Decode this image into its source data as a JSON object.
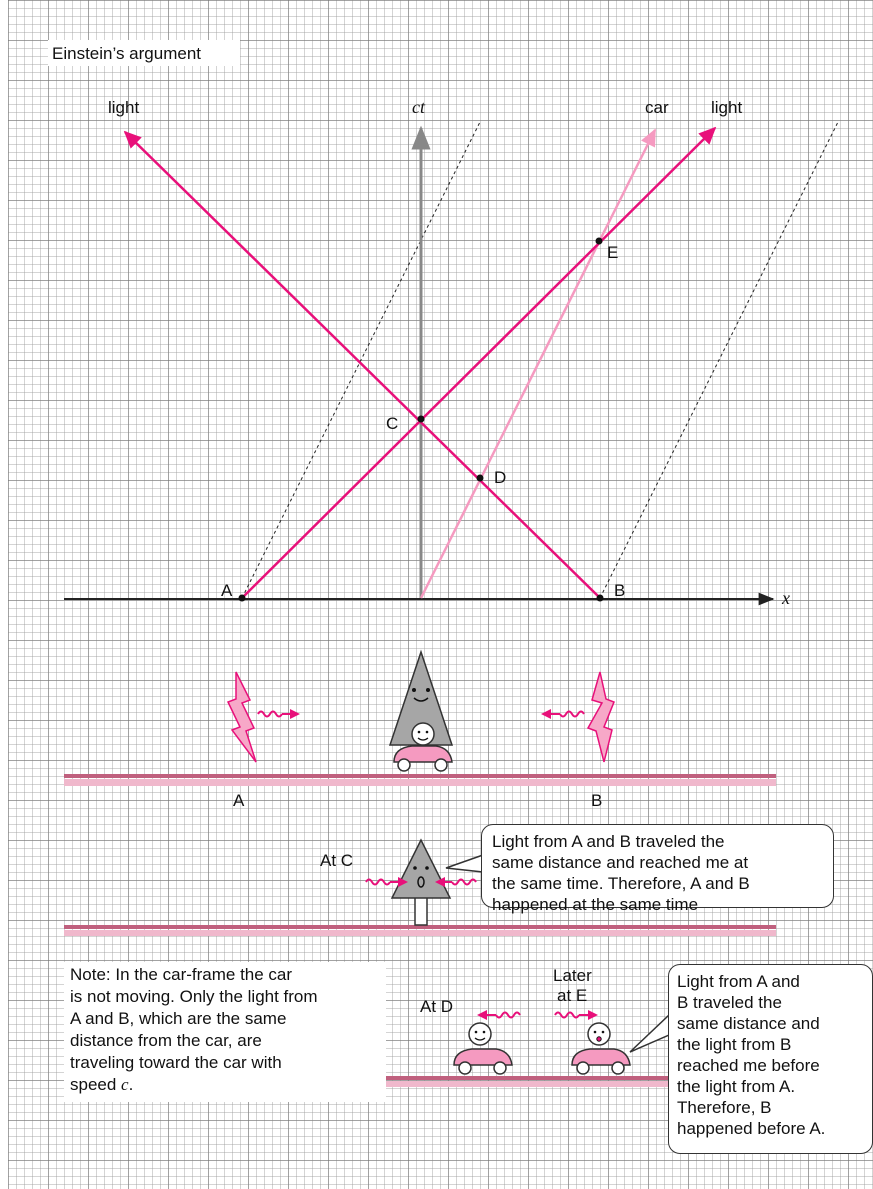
{
  "title": "Einstein’s argument",
  "axes": {
    "vertical": "ct",
    "horizontal": "x"
  },
  "line_labels": {
    "light_left": "light",
    "car": "car",
    "light_right": "light"
  },
  "points": {
    "A": "A",
    "B": "B",
    "C": "C",
    "D": "D",
    "E": "E"
  },
  "ground_labels": {
    "A": "A",
    "B": "B"
  },
  "at_c": "At C",
  "at_d": "At D",
  "later": "Later",
  "at_e": "at E",
  "bubble_c": [
    "Light from A and B traveled the",
    "same distance and reached me at",
    "the same time. Therefore, A and B",
    "happened at the same time"
  ],
  "bubble_e": [
    "Light from A and",
    "B traveled the",
    "same distance and",
    "the light from B",
    "reached me before",
    "the light from A.",
    "Therefore, B",
    "happened before A."
  ],
  "note_lines": [
    "Note: In the car-frame the car",
    "is not moving. Only the light from",
    "A and B, which are the same",
    "distance from the car, are",
    "traveling toward the car with"
  ],
  "note_speed_prefix": "speed ",
  "note_speed_symbol": "c",
  "note_speed_suffix": ".",
  "colors": {
    "light": "#e8107a",
    "car": "#f59ac0",
    "ground": "#c0607e",
    "tree": "#999999",
    "axis": "#222222"
  }
}
